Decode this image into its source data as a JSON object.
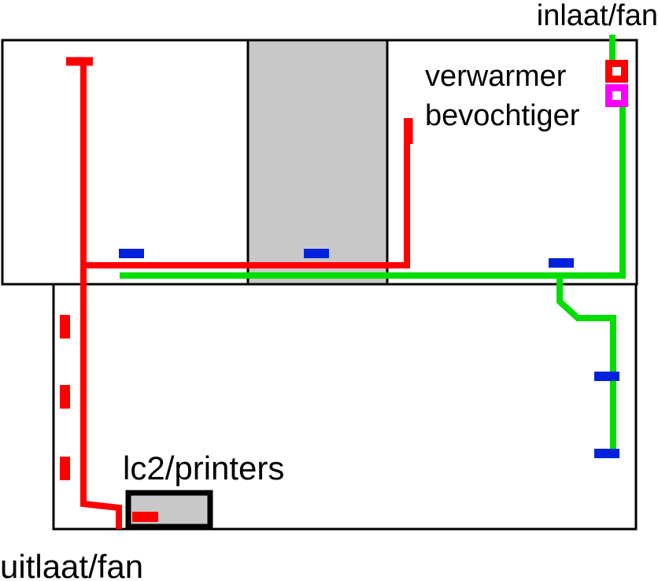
{
  "labels": {
    "inlet": "inlaat/fan",
    "heater": "verwarmer",
    "humidifier": "bevochtiger",
    "printers": "lc2/printers",
    "outlet": "uitlaat/fan"
  },
  "colors": {
    "exhaust_duct": "#ff0000",
    "supply_duct": "#00dd00",
    "sensor": "#0022dd",
    "humidifier": "#ff00ff",
    "shaded_area": "#c8c8c8",
    "walls": "#000000"
  }
}
